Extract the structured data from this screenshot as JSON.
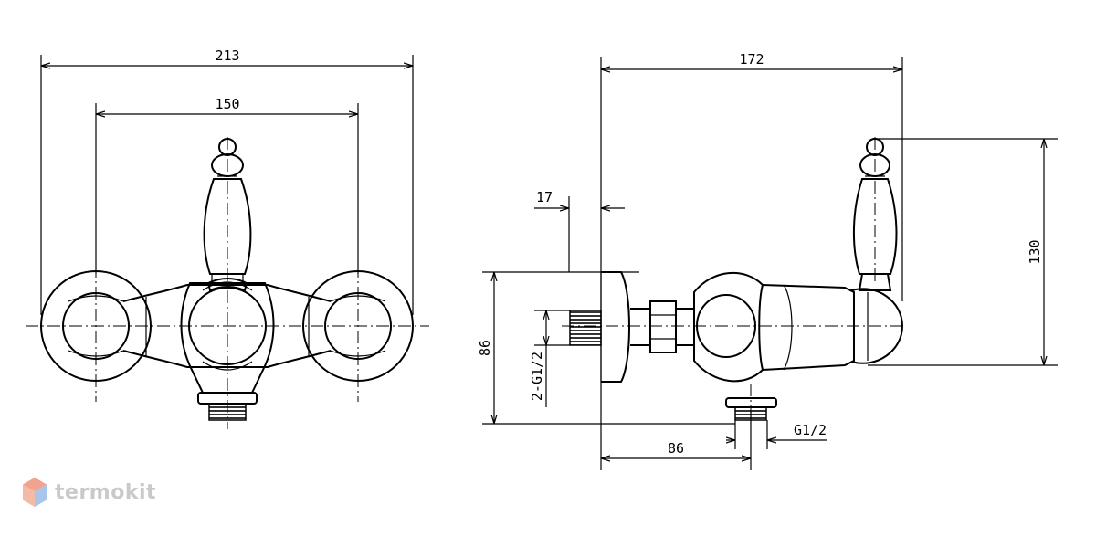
{
  "front_view": {
    "dim_overall_width": "213",
    "dim_inlet_spacing": "150"
  },
  "side_view": {
    "dim_depth": "172",
    "dim_wall_offset": "17",
    "dim_handle_height": "130",
    "dim_body_height": "86",
    "dim_outlet_distance": "86",
    "inlet_thread": "2-G1/2",
    "outlet_thread": "G1/2"
  },
  "watermark": {
    "brand": "termokit",
    "logo_colors": [
      "#f2a38f",
      "#a9c6e8",
      "#cfd8e3"
    ]
  }
}
